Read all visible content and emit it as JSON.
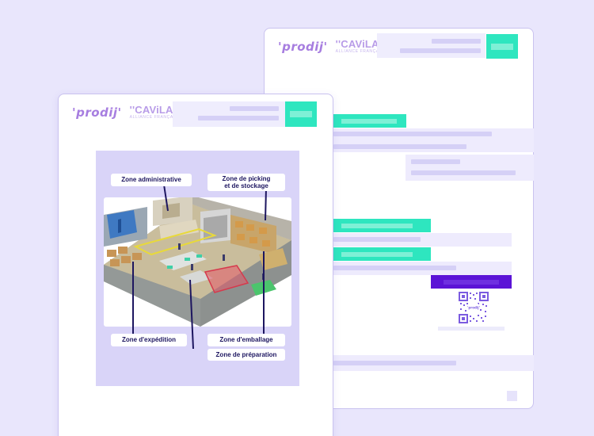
{
  "logos": {
    "prodij": "'prodij'",
    "cavilam": "''CAViLAM",
    "cavilam_sub": "ALLIANCE FRANÇAISE"
  },
  "warehouse": {
    "zones": {
      "administrative": "Zone administrative",
      "picking": "Zone de picking\net de stockage",
      "expedition": "Zone d'expédition",
      "emballage": "Zone d'emballage",
      "preparation": "Zone de préparation"
    }
  },
  "qr": {
    "caption": "'prodij'"
  },
  "colors": {
    "background": "#e9e6fc",
    "accent_mint": "#2ee6bf",
    "accent_purple": "#5b13d6",
    "panel": "#d9d4f8",
    "label_text": "#1d1660",
    "leader_line": "#1d1660"
  }
}
